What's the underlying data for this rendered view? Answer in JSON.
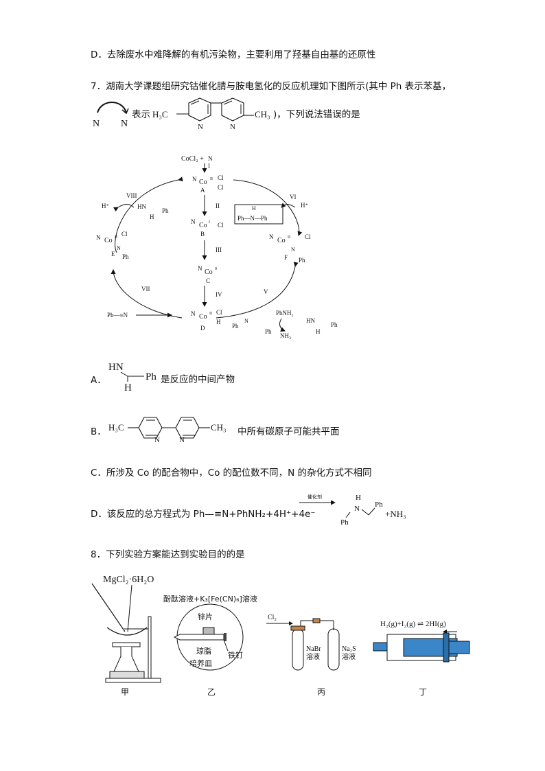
{
  "line_d_prev": "D．去除废水中难降解的有机污染物，主要利用了羟基自由基的还原性",
  "q7": {
    "stem": "7．湖南大学课题组研究钴催化腈与胺电氢化的反应机理如下图所示(其中 Ph 表示苯基，",
    "legend_pre": "表示",
    "legend_post": ")，下列说法错误的是",
    "bipy_left": "H₃C",
    "bipy_right": "CH₃",
    "N": "N",
    "diagram": {
      "top": "CoCl₂ +",
      "I": "I",
      "II": "II",
      "III": "III",
      "IV": "IV",
      "V": "V",
      "VI": "VI",
      "VII": "VII",
      "VIII": "VIII",
      "A": "A",
      "B": "B",
      "C": "C",
      "D": "D",
      "E": "E",
      "F": "F",
      "Co2": "Co",
      "CoI": "Co",
      "Co0": "Co",
      "ox2": "II",
      "ox1": "I",
      "ox0": "0",
      "Cl": "Cl",
      "H": "H",
      "Hplus": "H⁺",
      "Ph": "Ph",
      "HN": "HN",
      "PhNH2": "PhNH₂",
      "NH3": "NH₃",
      "benzonitrile": "Ph—≡N",
      "amine": "Ph—N—Ph"
    },
    "optA_label": "A．",
    "optA_text": "是反应的中间产物",
    "optA_HN": "HN",
    "optA_Ph": "Ph",
    "optA_H": "H",
    "optB_label": "B．",
    "optB_text": "中所有碳原子可能共平面",
    "optC": "C．所涉及 Co 的配合物中，Co 的配位数不同，N 的杂化方式不相同",
    "optD_pre": "D．该反应的总方程式为 Ph—≡N+PhNH₂+4H⁺+4e⁻",
    "optD_cat": "催化剂",
    "optD_post": "+NH₃"
  },
  "q8": {
    "stem": "8．下列实验方案能达到实验目的的是",
    "jia_reagent": "MgCl₂·6H₂O",
    "yi_title": "酚酞溶液+K₃[Fe(CN)₆]溶液",
    "yi_zinc": "锌片",
    "yi_nail": "铁钉",
    "yi_agar": "琼脂",
    "yi_dish": "培养皿",
    "bing_cl2": "Cl₂",
    "bing_nabr": "NaBr",
    "bing_na2s": "Na₂S",
    "bing_sol": "溶液",
    "ding_eq": "H₂(g)+I₂(g) ⇌ 2HI(g)",
    "labels": [
      "甲",
      "乙",
      "丙",
      "丁"
    ]
  }
}
